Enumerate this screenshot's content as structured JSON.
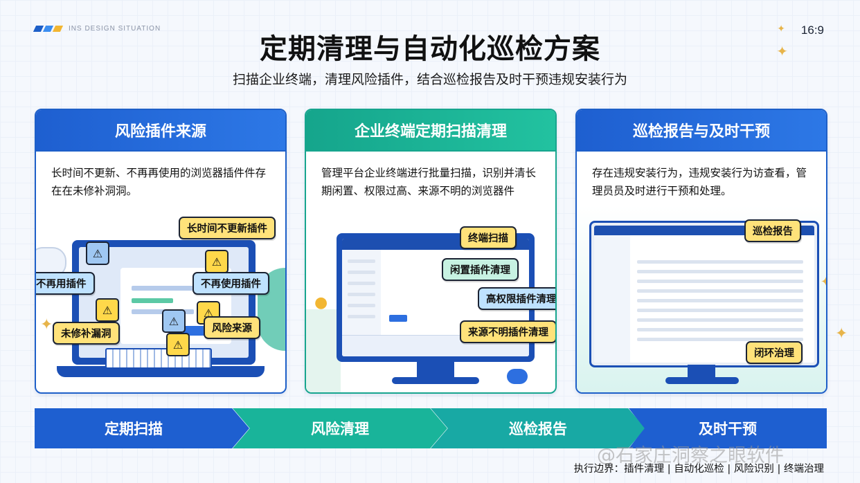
{
  "brand": {
    "text": "INS DESIGN SITUATION",
    "colors": [
      "#1d5fc8",
      "#3b8df0",
      "#f2b632"
    ]
  },
  "ratio": "16:9",
  "title": "定期清理与自动化巡检方案",
  "subtitle": "扫描企业终端，清理风险插件，结合巡检报告及时干预违规安装行为",
  "cards": [
    {
      "title": "风险插件来源",
      "desc": "长时间不更新、不再再使用的浏览器插件件存在在未修补洞洞。",
      "header_color": "#1e5fd0",
      "tags": [
        "长时间不更新插件",
        "不再用插件",
        "不再使用插件",
        "未修补漏洞",
        "风险来源"
      ]
    },
    {
      "title": "企业终端定期扫描清理",
      "desc": "管理平台企业终端进行批量扫描，识别并清长期闲置、权限过高、来源不明的浏览器件",
      "header_color": "#17a58e",
      "tags": [
        "终端扫描",
        "闲置插件清理",
        "高权限插件清理",
        "来源不明插件清理"
      ]
    },
    {
      "title": "巡检报告与及时干预",
      "desc": "存在违规安装行为，违规安装行为访查看，管理员员及时进行干预和处理。",
      "header_color": "#1e5fd0",
      "tags": [
        "巡检报告",
        "闭环治理"
      ]
    }
  ],
  "flow": [
    "定期扫描",
    "风险清理",
    "巡检报告",
    "及时干预"
  ],
  "flow_colors": [
    "#1e5fd0",
    "#19b49a",
    "#18a9a4",
    "#1e5fd0"
  ],
  "footer": "执行边界：插件清理 | 自动化巡检 | 风险识别 | 终端治理",
  "watermark": "@石家庄洞察之眼软件"
}
